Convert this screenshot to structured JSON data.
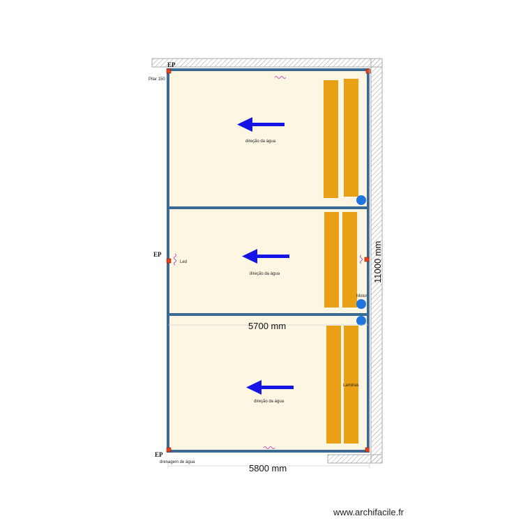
{
  "plan": {
    "ep_label": "EP",
    "pillar_label": "Pilar 150",
    "led_label": "Led",
    "motor_label": "Motor",
    "laminas_label": "Laminas",
    "drainage_label": "drenagem de água",
    "water_direction_label": "direção da água",
    "dim_inner_width": "5700 mm",
    "dim_outer_width": "5800 mm",
    "dim_height": "11000 mm"
  },
  "colors": {
    "wall": "#3b6a95",
    "room_fill": "#fcf6e3",
    "lamina": "#eaa015",
    "arrow": "#1414e6",
    "motor_circle": "#1f74e0",
    "pillar": "#e8401c",
    "hatch": "#9a9a9a"
  },
  "watermark": "www.archifacile.fr"
}
